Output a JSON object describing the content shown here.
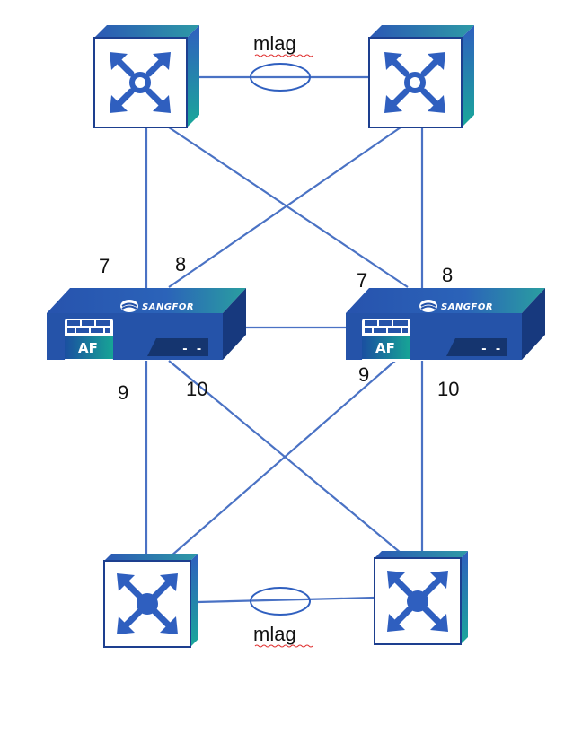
{
  "links": {
    "top_mlag_label": "mlag",
    "bottom_mlag_label": "mlag"
  },
  "firewalls": {
    "left": {
      "brand": "SANGFOR",
      "badge": "AF",
      "status": "- -",
      "port_top_left": "7",
      "port_top_right": "8",
      "port_bottom_left": "9",
      "port_bottom_right": "10"
    },
    "right": {
      "brand": "SANGFOR",
      "badge": "AF",
      "status": "- -",
      "port_top_left": "7",
      "port_top_right": "8",
      "port_bottom_left": "9",
      "port_bottom_right": "10"
    }
  },
  "switches": {
    "top_icon": "core-switch-icon",
    "bottom_icon": "access-switch-icon"
  },
  "colors": {
    "link": "#4a72c4",
    "switch_blue": "#2f5fbf",
    "switch_teal": "#1aa89a",
    "firewall_body": "#2553a9",
    "firewall_dark": "#17397e"
  }
}
